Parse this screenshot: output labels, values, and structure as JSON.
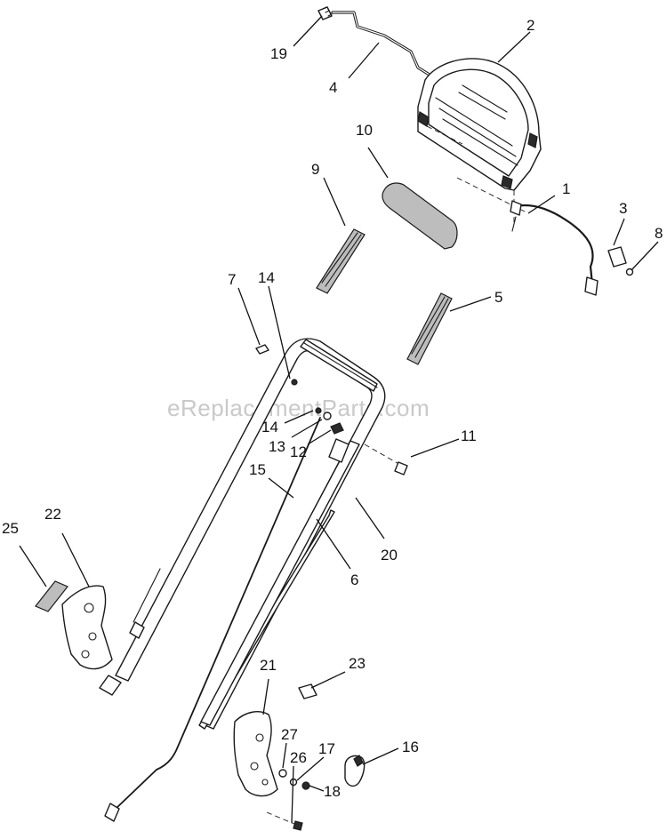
{
  "watermark": "eReplacementParts.com",
  "callouts": [
    {
      "id": "c19",
      "text": "19"
    },
    {
      "id": "c2",
      "text": "2"
    },
    {
      "id": "c4",
      "text": "4"
    },
    {
      "id": "c10",
      "text": "10"
    },
    {
      "id": "c9",
      "text": "9"
    },
    {
      "id": "c1",
      "text": "1"
    },
    {
      "id": "c3",
      "text": "3"
    },
    {
      "id": "c8",
      "text": "8"
    },
    {
      "id": "c7",
      "text": "7"
    },
    {
      "id": "c14a",
      "text": "14"
    },
    {
      "id": "c5",
      "text": "5"
    },
    {
      "id": "c14b",
      "text": "14"
    },
    {
      "id": "c13",
      "text": "13"
    },
    {
      "id": "c12",
      "text": "12"
    },
    {
      "id": "c11",
      "text": "11"
    },
    {
      "id": "c15",
      "text": "15"
    },
    {
      "id": "c20",
      "text": "20"
    },
    {
      "id": "c6",
      "text": "6"
    },
    {
      "id": "c25",
      "text": "25"
    },
    {
      "id": "c22",
      "text": "22"
    },
    {
      "id": "c21",
      "text": "21"
    },
    {
      "id": "c23",
      "text": "23"
    },
    {
      "id": "c27",
      "text": "27"
    },
    {
      "id": "c26",
      "text": "26"
    },
    {
      "id": "c17",
      "text": "17"
    },
    {
      "id": "c16",
      "text": "16"
    },
    {
      "id": "c18",
      "text": "18"
    }
  ]
}
